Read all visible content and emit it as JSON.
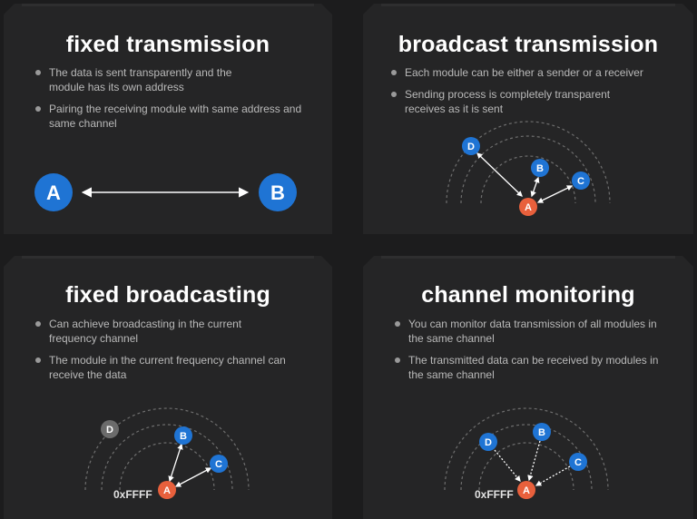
{
  "panels": [
    {
      "title": "fixed transmission",
      "bullets": [
        "The data is sent transparently and the module has its own address",
        "Pairing the receiving module with same address and same channel"
      ],
      "nodes": {
        "a": "A",
        "b": "B"
      }
    },
    {
      "title": "broadcast transmission",
      "bullets": [
        "Each module can be either a sender or a receiver",
        "Sending process is completely transparent receives as it is sent"
      ],
      "nodes": {
        "a": "A",
        "b": "B",
        "c": "C",
        "d": "D"
      }
    },
    {
      "title": "fixed broadcasting",
      "bullets": [
        "Can achieve broadcasting in the current frequency channel",
        "The module in the current frequency channel can receive the data"
      ],
      "nodes": {
        "a": "A",
        "b": "B",
        "c": "C",
        "d": "D"
      },
      "address": "0xFFFF"
    },
    {
      "title": "channel monitoring",
      "bullets": [
        "You can monitor data transmission of all modules in the same channel",
        "The transmitted data can be received by modules in the same channel"
      ],
      "nodes": {
        "a": "A",
        "b": "B",
        "c": "C",
        "d": "D"
      },
      "address": "0xFFFF"
    }
  ],
  "colors": {
    "node_blue": "#1f74d4",
    "node_orange": "#e8603c",
    "node_gray": "#6b6b6b",
    "arrow": "#ffffff",
    "arc": "#6e6e6e"
  }
}
